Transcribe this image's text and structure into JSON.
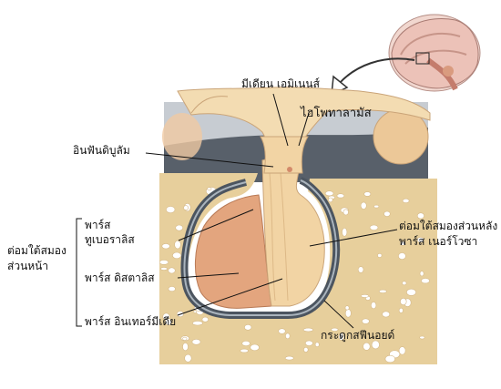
{
  "labels": {
    "median_eminence": "มีเดียน เอมิเนนส์",
    "hypothalamus": "ไฮโพทาลามัส",
    "infundibulum": "อินฟันดิบูลัม",
    "pars_tuberalis_1": "พาร์ส",
    "pars_tuberalis_2": "ทูเบอราลิส",
    "anterior_pituitary_1": "ต่อมใต้สมอง",
    "anterior_pituitary_2": "ส่วนหน้า",
    "pars_distalis": "พาร์ส ดิสตาลิส",
    "pars_intermedia": "พาร์ส อินเทอร์มีเดีย",
    "posterior_pituitary_1": "ต่อมใต้สมองส่วนหลัง",
    "posterior_pituitary_2": "พาร์ส เนอร์โวซา",
    "sphenoid_bone": "กระดูกสฟีนอยด์"
  },
  "colors": {
    "bone": "#e7cf9c",
    "bone_pore": "#ffffff",
    "anterior_lobe": "#e3a57e",
    "posterior_lobe": "#f2d4a4",
    "dura": "#4c5560",
    "dura_light": "#9aa6b0",
    "hypothalamus": "#f3dcb2",
    "arrow": "#333333"
  }
}
